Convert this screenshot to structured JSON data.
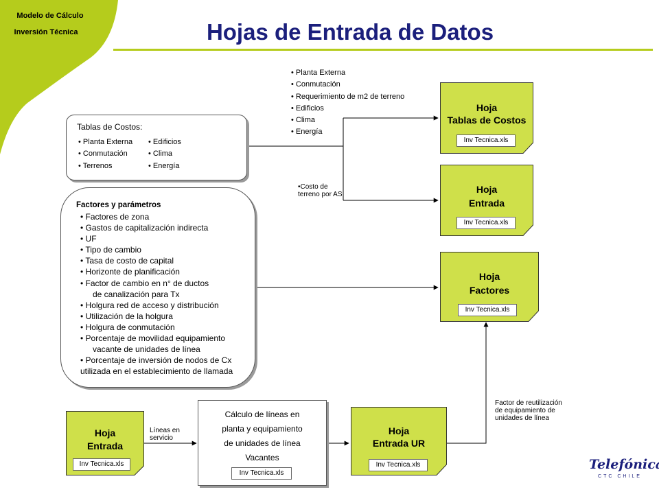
{
  "header": {
    "line1": "Modelo de Cálculo",
    "line2": "Inversión Técnica"
  },
  "title": "Hojas de Entrada de Datos",
  "top_list": [
    "Planta Externa",
    "Conmutación",
    "Requerimiento de m2 de terreno",
    "Edificios",
    "Clima",
    "Energía"
  ],
  "costos_box": {
    "title": "Tablas de Costos:",
    "col1": [
      "Planta Externa",
      "Conmutación",
      "Terrenos"
    ],
    "col2": [
      "Edificios",
      "Clima",
      "Energía"
    ]
  },
  "factores_box": {
    "title": "Factores  y  parámetros",
    "items": [
      "Factores de zona",
      "Gastos de capitalización indirecta",
      "UF",
      "Tipo de cambio",
      "Tasa de costo de capital",
      "Horizonte de planificación",
      "Factor de cambio en n°  de ductos",
      "de canalización para Tx",
      "Holgura red de acceso y distribución",
      "Utilización de la holgura",
      "Holgura de conmutación",
      "Porcentaje de movilidad equipamiento",
      "vacante de unidades de línea",
      "Porcentaje de inversión de nodos de Cx",
      "utilizada en el establecimiento de llamada"
    ]
  },
  "costo_terreno_label": "•Costo de terreno por AS",
  "sheets": {
    "tablas": {
      "line1": "Hoja",
      "line2": "Tablas de Costos",
      "file": "Inv Tecnica.xls"
    },
    "entrada": {
      "line1": "Hoja",
      "line2": "Entrada",
      "file": "Inv Tecnica.xls"
    },
    "factores": {
      "line1": "Hoja",
      "line2": "Factores",
      "file": "Inv Tecnica.xls"
    },
    "entrada_left": {
      "line1": "Hoja",
      "line2": "Entrada",
      "file": "Inv Tecnica.xls"
    },
    "entrada_ur": {
      "line1": "Hoja",
      "line2": "Entrada UR",
      "file": "Inv Tecnica.xls"
    }
  },
  "lineas_label": "Líneas en servicio",
  "calculo_box": {
    "lines": [
      "Cálculo de líneas en",
      "planta y equipamiento",
      "de unidades de línea",
      "Vacantes"
    ],
    "file": "Inv Tecnica.xls"
  },
  "factor_label": "Factor de reutilización de equipamiento de unidades de línea",
  "logo": {
    "brand": "Telefónica",
    "sub": "CTC CHILE"
  },
  "colors": {
    "accent_green": "#b5cc1c",
    "sheet_green": "#cfe04a",
    "title_navy": "#1b1f7c"
  }
}
